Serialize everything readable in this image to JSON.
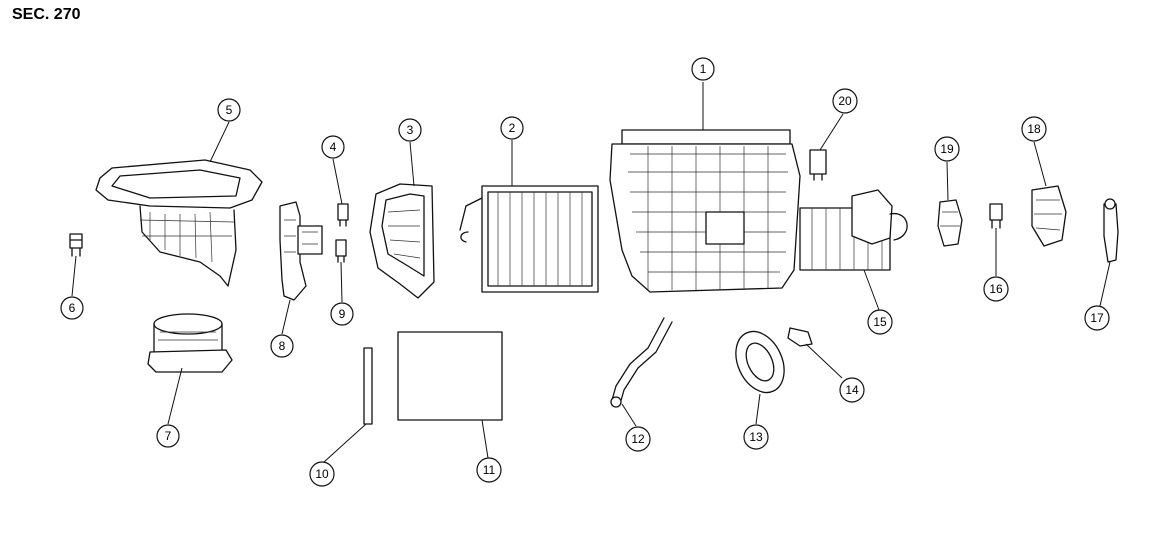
{
  "section_label": "SEC. 270",
  "callouts": [
    {
      "id": "1",
      "label": "1"
    },
    {
      "id": "2",
      "label": "2"
    },
    {
      "id": "3",
      "label": "3"
    },
    {
      "id": "4",
      "label": "4"
    },
    {
      "id": "5",
      "label": "5"
    },
    {
      "id": "6",
      "label": "6"
    },
    {
      "id": "7",
      "label": "7"
    },
    {
      "id": "8",
      "label": "8"
    },
    {
      "id": "9",
      "label": "9"
    },
    {
      "id": "10",
      "label": "10"
    },
    {
      "id": "11",
      "label": "11"
    },
    {
      "id": "12",
      "label": "12"
    },
    {
      "id": "13",
      "label": "13"
    },
    {
      "id": "14",
      "label": "14"
    },
    {
      "id": "15",
      "label": "15"
    },
    {
      "id": "16",
      "label": "16"
    },
    {
      "id": "17",
      "label": "17"
    },
    {
      "id": "18",
      "label": "18"
    },
    {
      "id": "19",
      "label": "19"
    },
    {
      "id": "20",
      "label": "20"
    }
  ]
}
